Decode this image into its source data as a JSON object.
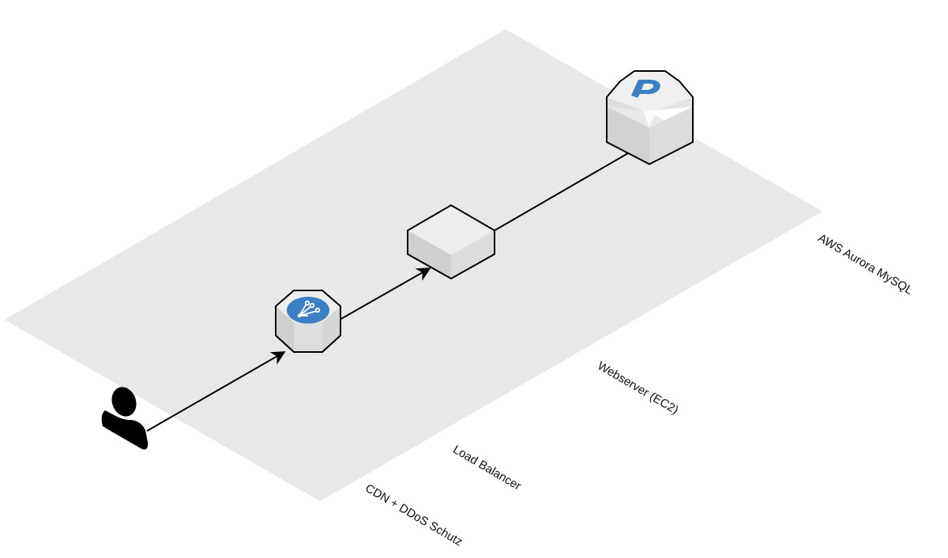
{
  "diagram": {
    "type": "isometric-architecture",
    "colors": {
      "plane": "#e8e8e8",
      "box_top": "#eeeeee",
      "box_left": "#d2d2d2",
      "box_right": "#dcdcdc",
      "outline": "#000000",
      "accent": "#3b7fc4",
      "user": "#000000"
    },
    "nodes": [
      {
        "id": "user",
        "kind": "user-icon"
      },
      {
        "id": "cdn",
        "kind": "octagon-prism",
        "icon": "cdn-share-icon",
        "label": "CDN + DDoS Schutz"
      },
      {
        "id": "lb",
        "kind": "plain-box",
        "label": "Load Balancer"
      },
      {
        "id": "web",
        "kind": "plain-box",
        "label": "Webserver (EC2)"
      },
      {
        "id": "db",
        "kind": "octagon-cube",
        "icon": "aurora-p-icon",
        "label": "AWS Aurora MySQL"
      }
    ],
    "edges": [
      {
        "from": "user",
        "to": "cdn",
        "arrow": true
      },
      {
        "from": "cdn",
        "to": "lb",
        "arrow": true
      },
      {
        "from": "lb",
        "to": "db",
        "arrow": false
      }
    ],
    "labels": [
      {
        "node": "db",
        "text": "AWS Aurora MySQL"
      },
      {
        "node": "web",
        "text": "Webserver (EC2)"
      },
      {
        "node": "lb",
        "text": "Load Balancer"
      },
      {
        "node": "cdn",
        "text": "CDN + DDoS Schutz"
      }
    ]
  }
}
